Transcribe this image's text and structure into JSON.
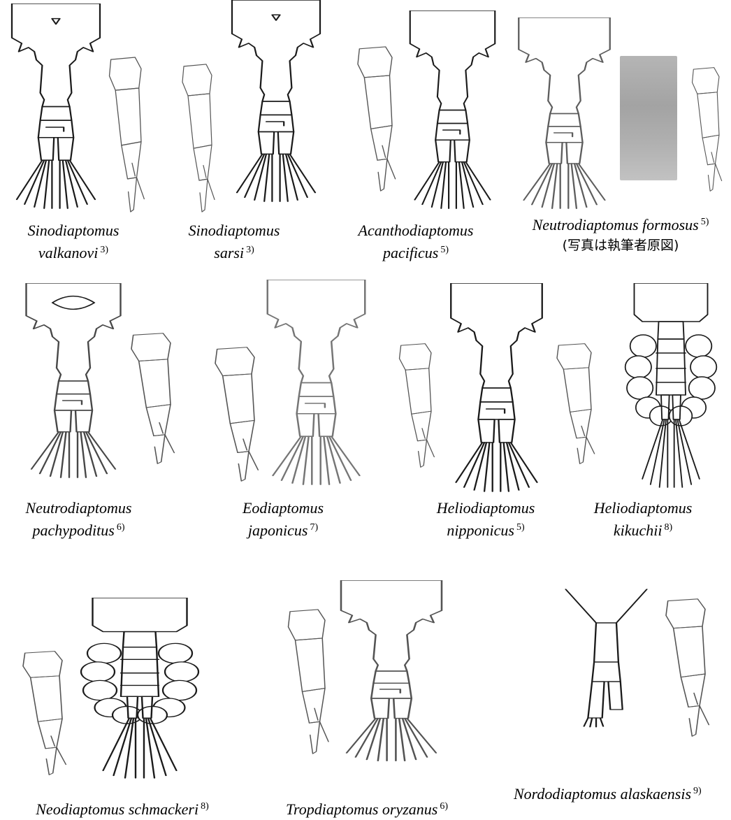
{
  "species": [
    {
      "genus": "Sinodiaptomus",
      "epithet": "valkanovi",
      "ref": "3)"
    },
    {
      "genus": "Sinodiaptomus",
      "epithet": "sarsi",
      "ref": "3)"
    },
    {
      "genus": "Acanthodiaptomus",
      "epithet": "pacificus",
      "ref": "5)"
    },
    {
      "genus": "Neutrodiaptomus",
      "epithet": "formosus",
      "ref": "5)",
      "note": "(写真は執筆者原図)"
    },
    {
      "genus": "Neutrodiaptomus",
      "epithet": "pachypoditus",
      "ref": "6)"
    },
    {
      "genus": "Eodiaptomus",
      "epithet": "japonicus",
      "ref": "7)"
    },
    {
      "genus": "Heliodiaptomus",
      "epithet": "nipponicus",
      "ref": "5)"
    },
    {
      "genus": "Heliodiaptomus",
      "epithet": "kikuchii",
      "ref": "8)"
    },
    {
      "genus": "Neodiaptomus",
      "epithet": "schmackeri",
      "ref": "8)"
    },
    {
      "genus": "Tropdiaptomus",
      "epithet": "oryzanus",
      "ref": "6)"
    },
    {
      "genus": "Nordodiaptomus",
      "epithet": "alaskaensis",
      "ref": "9)"
    }
  ]
}
